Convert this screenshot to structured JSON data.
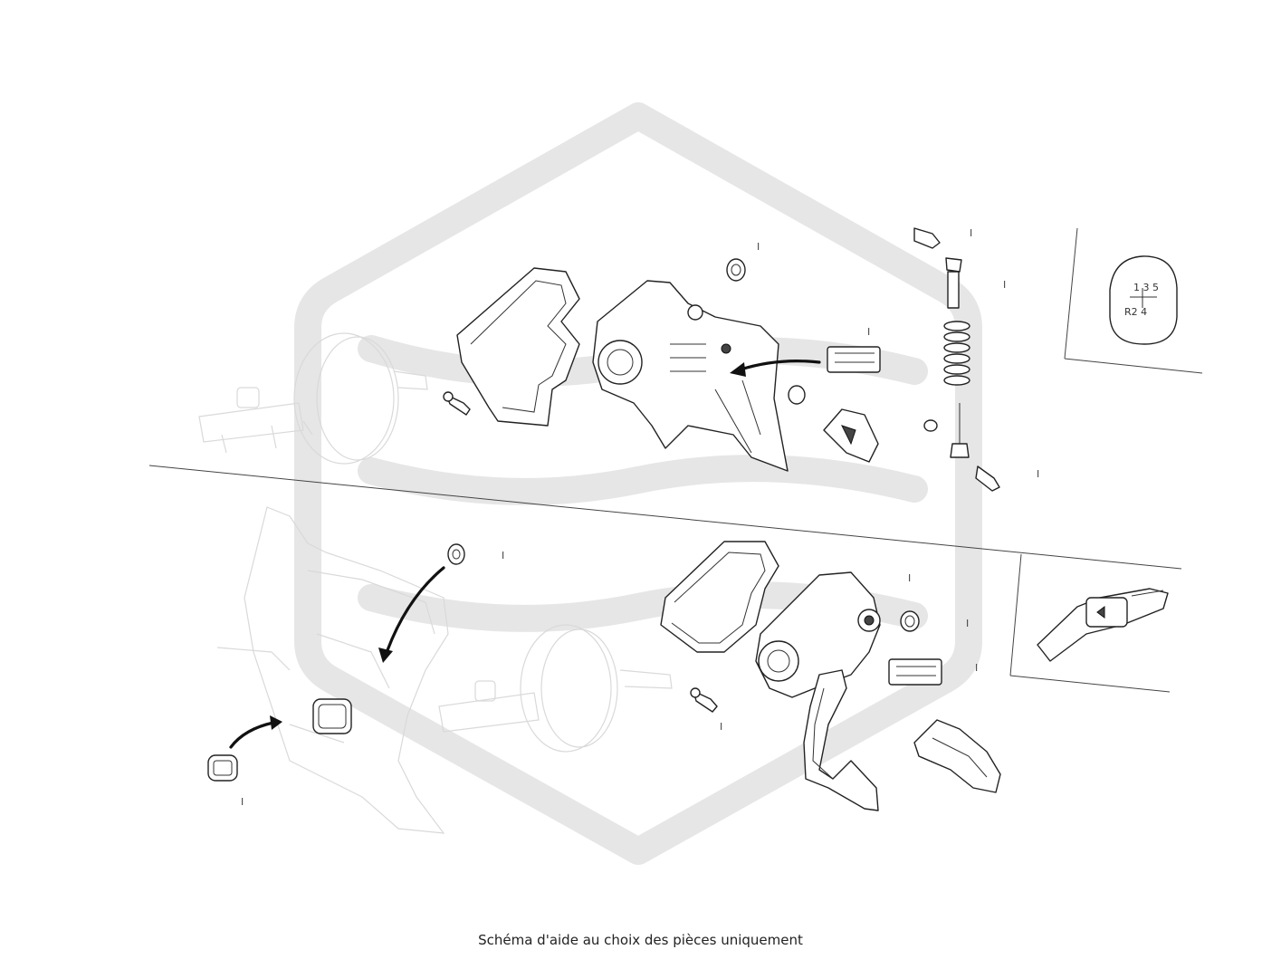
{
  "caption": "Schéma d'aide au choix des pièces uniquement",
  "colors": {
    "watermark": "#e6e6e6",
    "line_art": "#222222",
    "faint_line_art": "#d9d9d9"
  },
  "gear_pattern": {
    "top_row": "1 3 5",
    "bottom_row": "R2 4"
  },
  "reference_marks": [
    "I",
    "I",
    "I",
    "I",
    "I",
    "I",
    "I",
    "I",
    "I",
    "I",
    "I"
  ],
  "icons": {
    "watermark": "brand-watermark-icon",
    "gear_knob": "gear-knob-icon",
    "cruise_stalk": "cruise-control-stalk-icon"
  }
}
